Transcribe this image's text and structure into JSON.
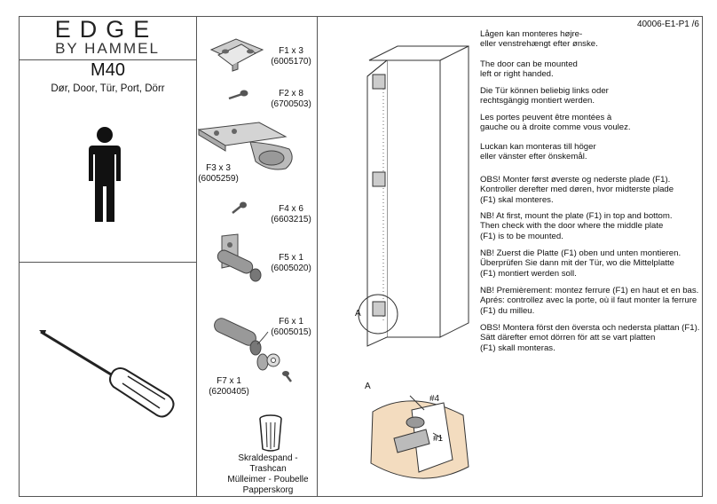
{
  "brand": {
    "line1": "EDGE",
    "line2": "BY HAMMEL"
  },
  "product": {
    "model": "M40",
    "names": "Dør, Door, Tür, Port, Dörr"
  },
  "doc_number": "40006-E1-P1 /6",
  "parts": [
    {
      "id": "F1",
      "qty": "F1 x 3",
      "code": "(6005170)"
    },
    {
      "id": "F2",
      "qty": "F2 x 8",
      "code": "(6700503)"
    },
    {
      "id": "F3",
      "qty": "F3 x 3",
      "code": "(6005259)"
    },
    {
      "id": "F4",
      "qty": "F4 x 6",
      "code": "(6603215)"
    },
    {
      "id": "F5",
      "qty": "F5 x 1",
      "code": "(6005020)"
    },
    {
      "id": "F6",
      "qty": "F6 x 1",
      "code": "(6005015)"
    },
    {
      "id": "F7",
      "qty": "F7 x 1",
      "code": "(6200405)"
    }
  ],
  "trash": {
    "line1": "Skraldespand - Trashcan",
    "line2": "Mülleimer - Poubelle",
    "line3": "Papperskorg"
  },
  "callouts": {
    "detail": "A",
    "detail_title": "A",
    "screw": "#4",
    "plate": "#1"
  },
  "instructions": [
    [
      "Lågen kan monteres højre-",
      "eller venstrehængt efter ønske."
    ],
    [
      "The door can be mounted",
      "left or right handed."
    ],
    [
      "Die Tür können beliebig links oder",
      "rechtsgängig montiert werden."
    ],
    [
      "Les portes peuvent être montées à",
      "gauche ou à droite comme vous voulez."
    ],
    [
      "Luckan kan monteras till höger",
      "eller vänster efter önskemål."
    ],
    [
      "OBS! Monter først øverste og nederste plade (F1).",
      "Kontroller derefter med døren, hvor midterste plade",
      "(F1) skal monteres."
    ],
    [
      "NB! At first, mount the plate (F1) in top and bottom.",
      "Then check with the door where the middle plate",
      "(F1) is to be mounted."
    ],
    [
      "NB! Zuerst die Platte (F1) oben und unten montieren.",
      "Überprüfen Sie dann mit der Tür, wo die Mittelplatte",
      "(F1) montiert werden soll."
    ],
    [
      "NB! Premièrement: montez ferrure (F1) en haut et en bas.",
      "Aprés: controllez avec la porte, où il faut monter la ferrure",
      "(F1) du milleu."
    ],
    [
      "OBS! Montera först den översta och nedersta plattan (F1).",
      "Sätt därefter emot dörren för att se vart platten",
      "(F1) skall monteras."
    ]
  ]
}
